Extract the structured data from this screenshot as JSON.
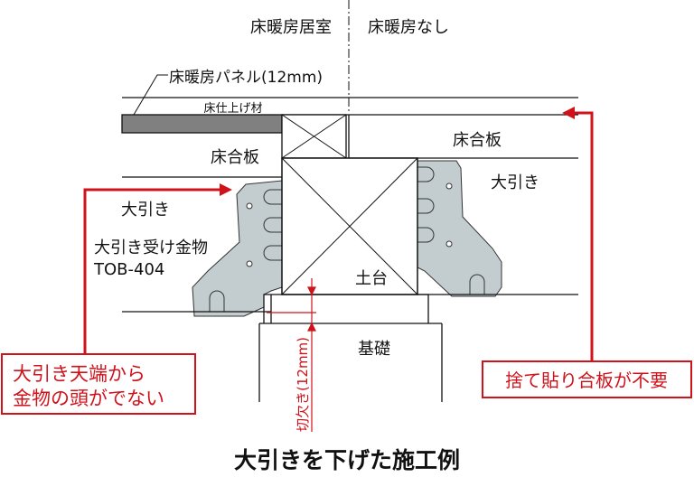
{
  "labels": {
    "heated_room": "床暖房居室",
    "unheated": "床暖房なし",
    "panel": "床暖房パネル(12mm)",
    "floor_finish": "床仕上げ材",
    "subfloor_left": "床合板",
    "subfloor_right": "床合板",
    "beam_left": "大引き",
    "beam_right": "大引き",
    "bracket_line1": "大引き受け金物",
    "bracket_line2": "TOB-404",
    "sill": "土台",
    "foundation": "基礎",
    "notch": "切欠き(12mm)"
  },
  "callouts": {
    "left_line1": "大引き天端から",
    "left_line2": "金物の頭がでない",
    "right": "捨て貼り合板が不要"
  },
  "title": "大引きを下げた施工例",
  "colors": {
    "accent": "#d0121b",
    "panel": "#808080",
    "bracket": "#c3cdcf"
  }
}
